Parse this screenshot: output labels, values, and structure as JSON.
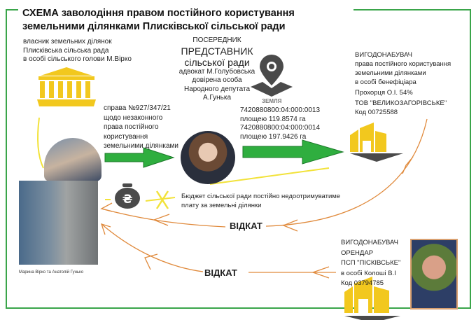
{
  "title": [
    "СХЕМА заволодіння правом постійного користування",
    "земельними ділянками Плисківської сільської ради"
  ],
  "owner": [
    "власник земельних ділянок",
    "Плисківська сільська рада",
    "в особі сільського голови М.Вірко"
  ],
  "case": [
    "справа №927/347/21",
    "щодо незаконного",
    "права  постійного",
    "користування",
    "земельними ділянками"
  ],
  "intermediary": {
    "role": "ПОСЕРЕДНИК",
    "title": [
      "ПРЕДСТАВНИК",
      "сільської ради"
    ],
    "details": [
      "адвокат М.Голубовська",
      "довірена особа",
      "Народного депутата",
      "А.Гунька"
    ]
  },
  "land": {
    "label": "ЗЕМЛЯ",
    "lines": [
      "7420880800:04:000:0013",
      "площею 119.8574 га",
      "7420880800:04:000:0014",
      "площею 197.9426 га"
    ]
  },
  "beneficiary": [
    "ВИГОДОНАБУВАЧ",
    "права  постійного користування",
    "земельними ділянками",
    "в особі  бенефіціара",
    "Прохорця О.І. 54%",
    "ТОВ \"ВЕЛИКОЗАГОРІВСЬКЕ\"",
    " Код 00725588"
  ],
  "budget": [
    "Бюджет сільської ради постійно недоотримуватиме",
    "плату за земельні ділянки"
  ],
  "kickback_1": "ВІДКАТ",
  "kickback_2": "ВІДКАТ",
  "tenant": [
    "ВИГОДОНАБУВАЧ",
    "ОРЕНДАР",
    "ПСП \"ПІСКІВСЬКЕ\"",
    "в особі Колоші В.І",
    "Код 03794785"
  ],
  "photo_caption": "Марина Вірко та Анатолій Гунько",
  "colors": {
    "frame": "#3aa54a",
    "arrow": "#2fae3f",
    "yellow": "#f2c81e",
    "orange": "#e08a3c",
    "gray": "#4a4a4a"
  }
}
